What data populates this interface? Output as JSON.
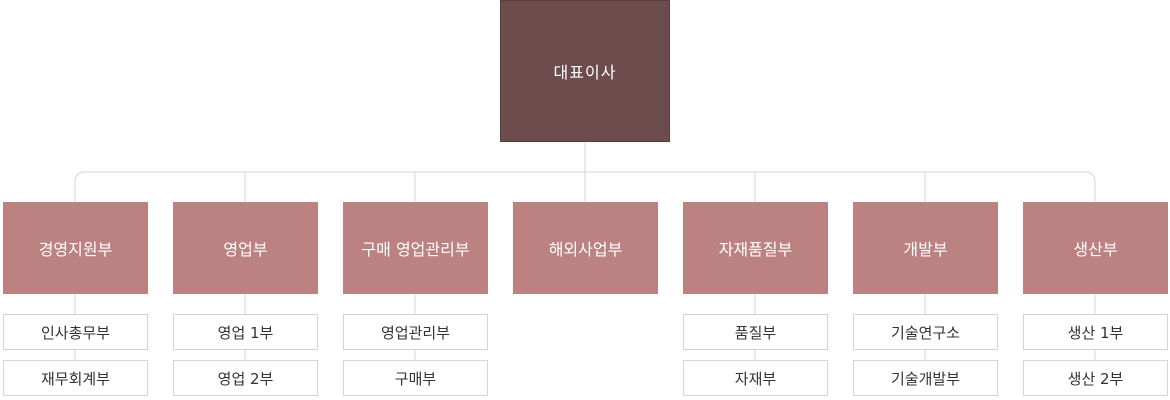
{
  "ceo": {
    "label": "대표이사"
  },
  "departments": [
    {
      "label": "경영지원부",
      "subs": [
        "인사총무부",
        "재무회계부"
      ]
    },
    {
      "label": "영업부",
      "subs": [
        "영업 1부",
        "영업 2부"
      ]
    },
    {
      "label": "구매 영업관리부",
      "subs": [
        "영업관리부",
        "구매부"
      ]
    },
    {
      "label": "해외사업부",
      "subs": []
    },
    {
      "label": "자재품질부",
      "subs": [
        "품질부",
        "자재부"
      ]
    },
    {
      "label": "개발부",
      "subs": [
        "기술연구소",
        "기술개발부"
      ]
    },
    {
      "label": "생산부",
      "subs": [
        "생산 1부",
        "생산 2부"
      ]
    }
  ],
  "colors": {
    "ceo_bg": "#6c4c4c",
    "dept_bg": "#bc8282",
    "line": "#d4d4d4",
    "sub_border": "#d4d4d4"
  }
}
